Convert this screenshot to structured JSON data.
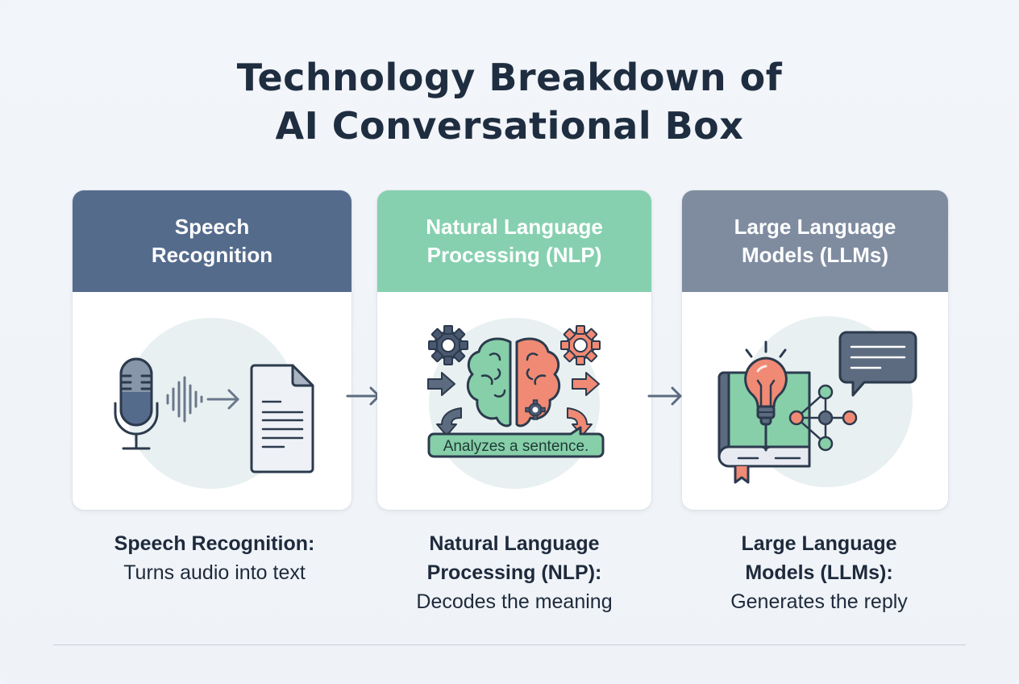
{
  "title": {
    "line1": "Technology Breakdown of",
    "line2": "AI Conversational Box"
  },
  "colors": {
    "background": "#f1f4f8",
    "title_text": "#1f2d40",
    "speech_header": "#546b8c",
    "nlp_header": "#86d0b0",
    "llm_header": "#7f8ca0",
    "accent_green": "#86cfa9",
    "accent_coral": "#f08a74",
    "icon_dark": "#2c3a4d",
    "icon_slate": "#5d6b80"
  },
  "cards": [
    {
      "id": "speech",
      "header_line1": "Speech",
      "header_line2": "Recognition",
      "icons": [
        "microphone-icon",
        "sound-wave-icon",
        "arrow-right-icon",
        "document-icon"
      ]
    },
    {
      "id": "nlp",
      "header_line1": "Natural Language",
      "header_line2": "Processing (NLP)",
      "icons": [
        "gear-icon",
        "brain-icon",
        "arrow-right-icon",
        "curved-arrow-icon",
        "speech-bubble-icon"
      ],
      "bubble_text": "Analyzes a sentence."
    },
    {
      "id": "llm",
      "header_line1": "Large Language",
      "header_line2": "Models (LLMs)",
      "icons": [
        "book-icon",
        "lightbulb-icon",
        "network-nodes-icon",
        "chat-bubble-icon"
      ]
    }
  ],
  "flow_arrows": [
    "arrow-right-icon",
    "arrow-right-icon"
  ],
  "captions": [
    {
      "title_line1": "Speech Recognition:",
      "title_line2": "",
      "description": "Turns audio into text"
    },
    {
      "title_line1": "Natural Language",
      "title_line2": "Processing (NLP):",
      "description": "Decodes the meaning"
    },
    {
      "title_line1": "Large Language",
      "title_line2": "Models (LLMs):",
      "description": "Generates the reply"
    }
  ]
}
